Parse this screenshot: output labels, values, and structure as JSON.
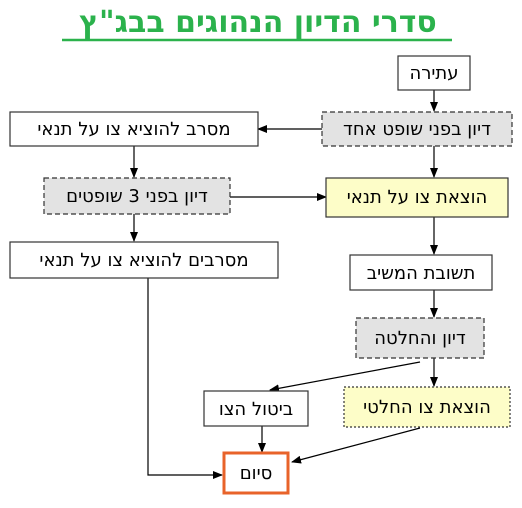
{
  "title": {
    "text": "סדרי הדיון הנהוגים בבג\"ץ",
    "color": "#2bb24c"
  },
  "colors": {
    "solid_fill": "#ffffff",
    "dashed_fill": "#e3e3e3",
    "highlight_fill": "#fdfdc8",
    "final_border": "#e8632a",
    "border": "#333333",
    "arrow": "#000000"
  },
  "nodes": {
    "petition": "עתירה",
    "single_judge": "דיון בפני שופט אחד",
    "refuses_order": "מסרב להוציא צו על תנאי",
    "order_nisi": "הוצאת צו על תנאי",
    "three_judges": "דיון בפני 3 שופטים",
    "refuse_order": "מסרבים להוציא צו על תנאי",
    "response": "תשובת המשיב",
    "discussion_decision": "דיון והחלטה",
    "order_absolute": "הוצאת צו החלטי",
    "order_cancel": "ביטול הצו",
    "end": "סיום"
  }
}
